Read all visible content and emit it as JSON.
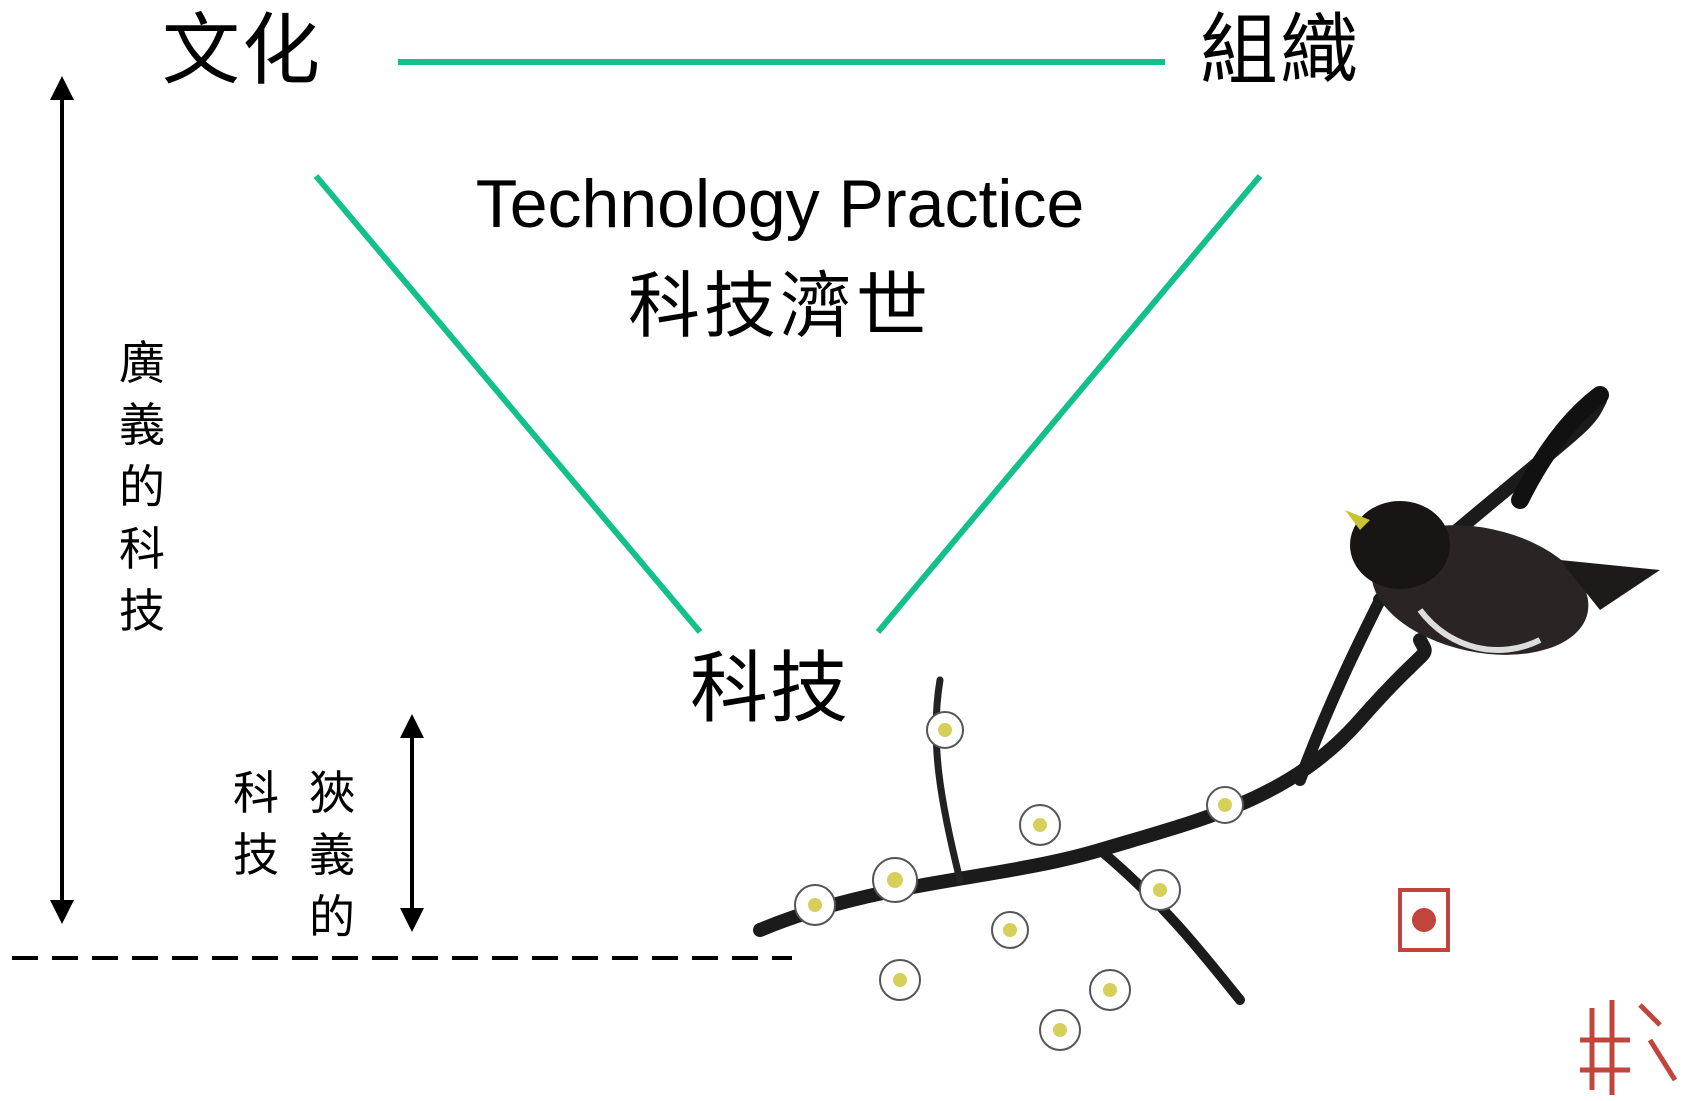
{
  "diagram": {
    "nodes": {
      "culture": "文化",
      "organization": "組織",
      "technology": "科技"
    },
    "center": {
      "english": "Technology Practice",
      "chinese": "科技濟世"
    },
    "broad_label": [
      "廣",
      "義",
      "的",
      "科",
      "技"
    ],
    "narrow_label_a": [
      "狹",
      "義",
      "的"
    ],
    "narrow_label_b": [
      "科",
      "技"
    ]
  },
  "colors": {
    "triangle_line": "#13c08c",
    "arrow": "#000000",
    "baseline": "#000000"
  }
}
